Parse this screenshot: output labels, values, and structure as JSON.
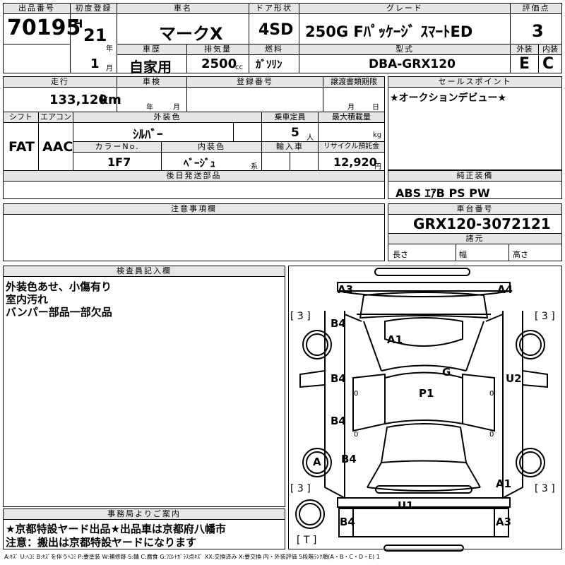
{
  "top": {
    "lot_no_label": "出品番号",
    "lot_no": "70195",
    "first_reg_label": "初度登録",
    "era": "H",
    "year": "21",
    "year_unit": "年",
    "month": "1",
    "month_unit": "月",
    "car_name_label": "車名",
    "car_name": "マークX",
    "history_label": "車歴",
    "history": "自家用",
    "displacement_label": "排気量",
    "displacement": "2500",
    "cc": "cc",
    "door_label": "ドア形状",
    "door": "4SD",
    "fuel_label": "燃料",
    "fuel": "ｶﾞｿﾘﾝ",
    "grade_label": "グレード",
    "grade": "250G Fﾊﾟｯｹｰｼﾞ ｽﾏｰﾄED",
    "model_label": "型式",
    "model": "DBA-GRX120",
    "score_label": "評価点",
    "score": "3",
    "ext_label": "外装",
    "ext": "E",
    "int_label": "内装",
    "int": "C"
  },
  "row2": {
    "mileage_label": "走行",
    "mileage": "133,120",
    "km": "km",
    "inspection_label": "車検",
    "year_unit": "年",
    "month_unit": "月",
    "reg_no_label": "登録番号",
    "transfer_label": "譲渡書類期限",
    "day_unit": "日",
    "sales_label": "セールスポイント",
    "sales_point": "★オークションデビュー★",
    "shift_label": "シフト",
    "shift": "FAT",
    "ac_label": "エアコン",
    "ac": "AAC",
    "color_label": "外装色",
    "color": "ｼﾙﾊﾞｰ",
    "seats_label": "乗車定員",
    "seats": "5",
    "seats_unit": "人",
    "load_label": "最大積載量",
    "load_unit": "kg",
    "color_no_label": "カラーNo.",
    "color_no": "1F7",
    "interior_label": "内装色",
    "interior": "ﾍﾞｰｼﾞｭ",
    "interior_unit": "系",
    "import_label": "輸入車",
    "recycle_label": "リサイクル預託金",
    "recycle": "12,920",
    "recycle_unit": "円",
    "later_label": "後日発送部品",
    "equip_label": "純正装備",
    "equip": "ABS ｴｱB PS PW"
  },
  "notes": {
    "label": "注意事項欄"
  },
  "chassis": {
    "label": "車台番号",
    "number": "GRX120-3072121",
    "spec_label": "諸元",
    "length": "長さ",
    "width": "幅",
    "height": "高さ"
  },
  "inspector": {
    "label": "検査員記入欄",
    "lines": [
      "外装色あせ、小傷有り",
      "室内汚れ",
      "バンパー部品一部欠品"
    ]
  },
  "office": {
    "label": "事務局よりご案内",
    "lines": [
      "★京都特設ヤード出品★出品車は京都府八幡市",
      "注意：搬出は京都特設ヤードになります"
    ]
  },
  "diagram": {
    "marks": [
      "A3",
      "A4",
      "B4",
      "A1",
      "G",
      "B4",
      "P1",
      "U2",
      "B4",
      "A",
      "B4",
      "A1",
      "U1",
      "B4",
      "A3"
    ],
    "tires": [
      "[ 3 ]",
      "[ 3 ]",
      "[ 3 ]",
      "[ 3 ]",
      "[ T ]"
    ],
    "zeros": [
      "0",
      "0",
      "0",
      "0"
    ]
  },
  "legend": "A:ｷｽﾞ U:ﾍｺﾐ B:ｷｽﾞを伴うﾍｺﾐ P:要塗装 W:補修跡 S:錆 C:腐食 G:ﾌﾛﾝﾄｶﾞﾗｽ点ｷｽﾞ XX:交換済み X:要交換 内・外装評価 5段階ﾗﾝｸ順(A・B・C・D・E) 1"
}
